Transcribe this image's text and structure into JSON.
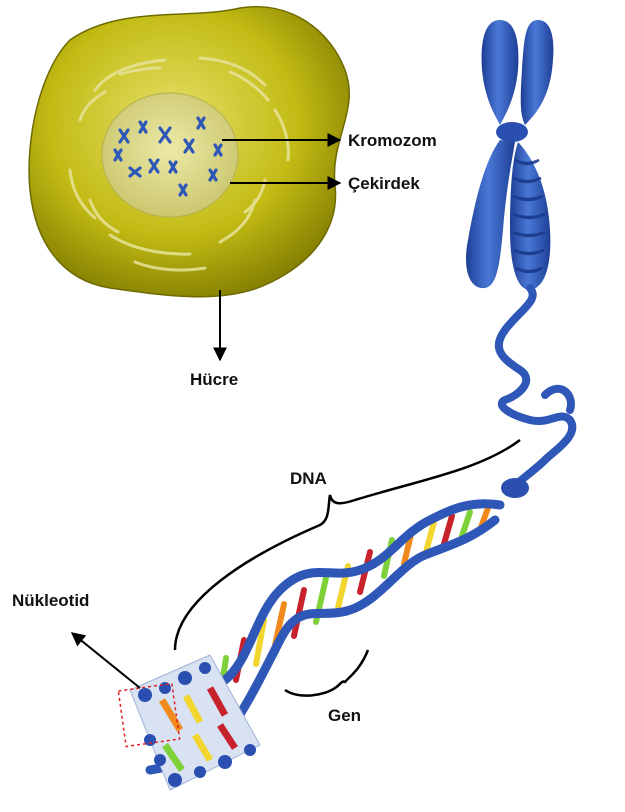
{
  "labels": {
    "chromosome": "Kromozom",
    "nucleus": "Çekirdek",
    "cell": "Hücre",
    "dna": "DNA",
    "gene": "Gen",
    "nucleotide": "Nükleotid"
  },
  "colors": {
    "cell_body": "#b7b20c",
    "cell_edge": "#6d6a00",
    "nucleus": "#d9d58a",
    "chromosome": "#2e57b8",
    "chromosome_dark": "#1a3a8c",
    "backbone_light": "#d8e2f3",
    "base_red": "#c8232d",
    "base_orange": "#f08a1c",
    "base_yellow": "#f2d52e",
    "base_green": "#7fd13a",
    "arrow": "#000000",
    "nucleotide_box": "#e02020"
  }
}
